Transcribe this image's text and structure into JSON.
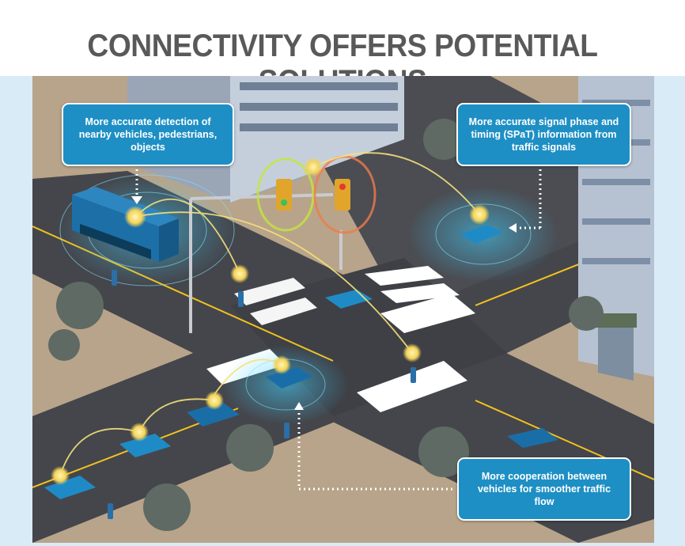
{
  "title": "CONNECTIVITY OFFERS POTENTIAL SOLUTIONS",
  "callouts": {
    "detection": "More accurate detection of nearby vehicles, pedestrians, objects",
    "spat": "More accurate signal phase and timing (SPaT) information from traffic signals",
    "cooperation": "More cooperation between vehicles for smoother traffic flow"
  },
  "colors": {
    "title": "#595959",
    "callout": "#1e8fc4",
    "road": "#44464c",
    "sidewalk": "#b8a48a",
    "band": "#d9ebf7",
    "signal_glow": "#f6e27a"
  }
}
